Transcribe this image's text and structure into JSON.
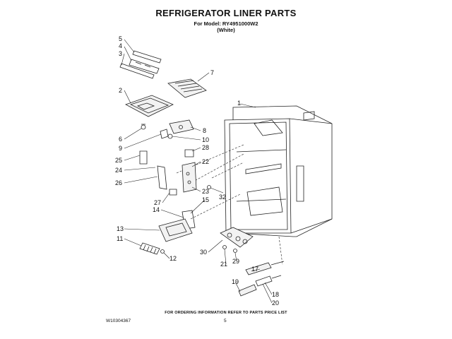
{
  "title": "REFRIGERATOR LINER PARTS",
  "model_line": "For Model: RY4951000W2",
  "color_line": "(White)",
  "footer_note": "FOR ORDERING INFORMATION REFER TO PARTS PRICE LIST",
  "doc_number": "W10304367",
  "page_number": "5",
  "callouts": {
    "c1": "1",
    "c2": "2",
    "c3": "3",
    "c4": "4",
    "c5": "5",
    "c6": "6",
    "c7": "7",
    "c8": "8",
    "c9": "9",
    "c10": "10",
    "c11": "11",
    "c12": "12",
    "c13": "13",
    "c14": "14",
    "c15": "15",
    "c17": "17",
    "c18": "18",
    "c19": "19",
    "c20": "20",
    "c21": "21",
    "c22": "22",
    "c23": "23",
    "c24": "24",
    "c25": "25",
    "c26": "26",
    "c27": "27",
    "c28": "28",
    "c29": "29",
    "c30": "30",
    "c32": "32"
  }
}
